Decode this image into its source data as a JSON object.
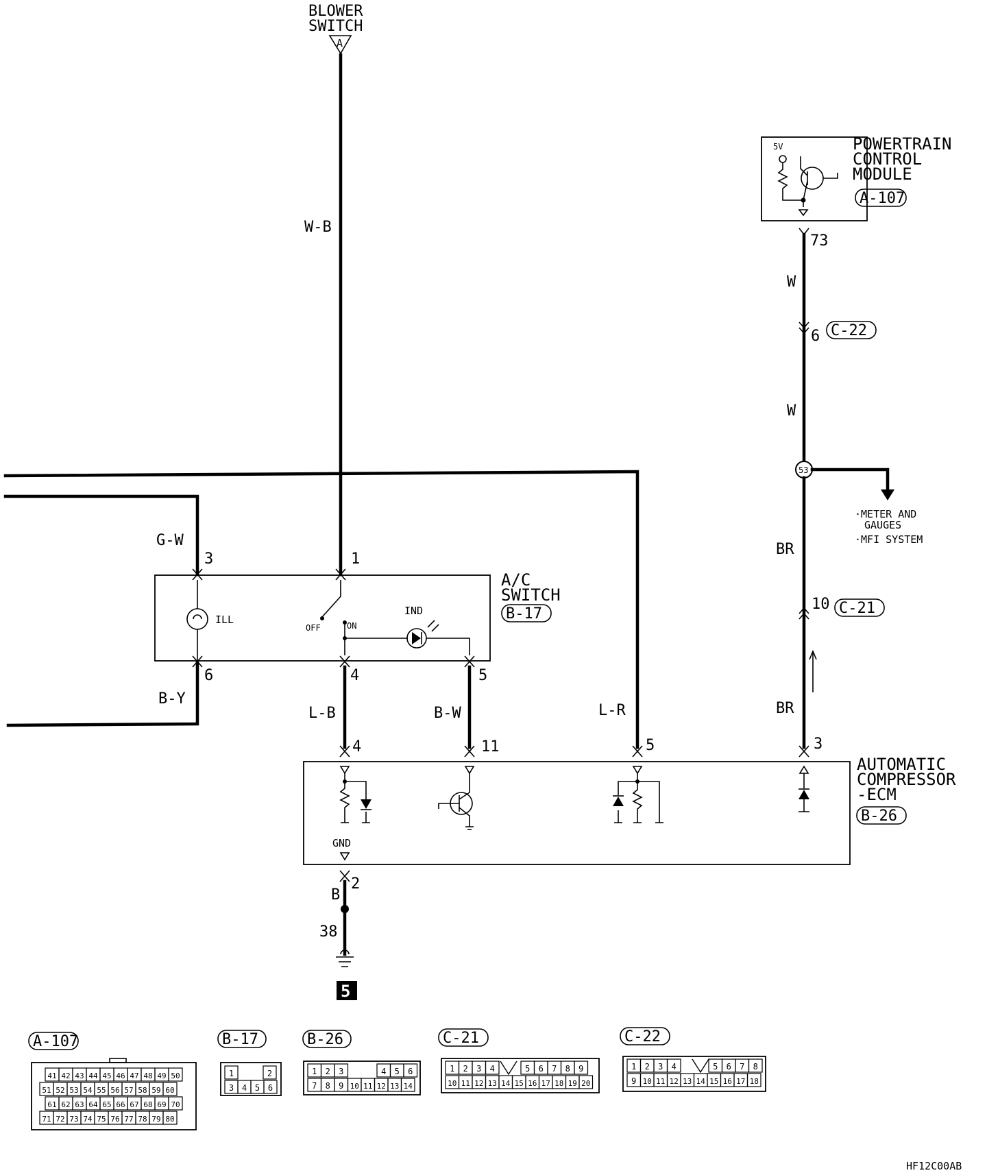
{
  "blower_switch": {
    "line1": "BLOWER",
    "line2": "SWITCH",
    "pin": "A"
  },
  "wires": {
    "wb": "W-B",
    "gw": "G-W",
    "by": "B-Y",
    "lb": "L-B",
    "bw": "B-W",
    "lr": "L-R",
    "w1": "W",
    "w2": "W",
    "br1": "BR",
    "br2": "BR",
    "b": "B"
  },
  "pcm": {
    "line1": "POWERTRAIN",
    "line2": "CONTROL",
    "line3": "MODULE",
    "connector": "A-107",
    "pin": "73",
    "voltage": "5V"
  },
  "c22_junction": {
    "pin": "6",
    "connector": "C-22"
  },
  "splice": {
    "id": "53"
  },
  "destinations": [
    "·METER AND",
    "GAUGES",
    "·MFI SYSTEM"
  ],
  "c21_junction": {
    "pin": "10",
    "connector": "C-21"
  },
  "ac_switch": {
    "line1": "A/C",
    "line2": "SWITCH",
    "connector": "B-17",
    "ill": "ILL",
    "ind": "IND",
    "off": "OFF",
    "on": "ON",
    "pins": {
      "p1": "1",
      "p3": "3",
      "p4": "4",
      "p5": "5",
      "p6": "6"
    }
  },
  "ecm": {
    "line1": "AUTOMATIC",
    "line2": "COMPRESSOR",
    "line3": "-ECM",
    "connector": "B-26",
    "gnd": "GND",
    "pins": {
      "p4": "4",
      "p11": "11",
      "p5": "5",
      "p3": "3",
      "p2": "2"
    }
  },
  "ground": {
    "point": "38",
    "index": "5"
  },
  "connector_labels": [
    "A-107",
    "B-17",
    "B-26",
    "C-21",
    "C-22"
  ],
  "a107_rows": [
    [
      "41",
      "42",
      "43",
      "44",
      "45",
      "46",
      "47",
      "48",
      "49",
      "50"
    ],
    [
      "51",
      "52",
      "53",
      "54",
      "55",
      "56",
      "57",
      "58",
      "59",
      "60"
    ],
    [
      "61",
      "62",
      "63",
      "64",
      "65",
      "66",
      "67",
      "68",
      "69",
      "70"
    ],
    [
      "71",
      "72",
      "73",
      "74",
      "75",
      "76",
      "77",
      "78",
      "79",
      "80"
    ]
  ],
  "b17_rows": [
    [
      "1",
      "2"
    ],
    [
      "3",
      "4",
      "5",
      "6"
    ]
  ],
  "b26_rows": [
    [
      "1",
      "2",
      "3",
      "4",
      "5",
      "6"
    ],
    [
      "7",
      "8",
      "9",
      "10",
      "11",
      "12",
      "13",
      "14"
    ]
  ],
  "c21_rows": [
    [
      "1",
      "2",
      "3",
      "4",
      "5",
      "6",
      "7",
      "8",
      "9"
    ],
    [
      "10",
      "11",
      "12",
      "13",
      "14",
      "15",
      "16",
      "17",
      "18",
      "19",
      "20"
    ]
  ],
  "c22_rows": [
    [
      "1",
      "2",
      "3",
      "4",
      "5",
      "6",
      "7",
      "8"
    ],
    [
      "9",
      "10",
      "11",
      "12",
      "13",
      "14",
      "15",
      "16",
      "17",
      "18"
    ]
  ],
  "figure_code": "HF12C00AB"
}
